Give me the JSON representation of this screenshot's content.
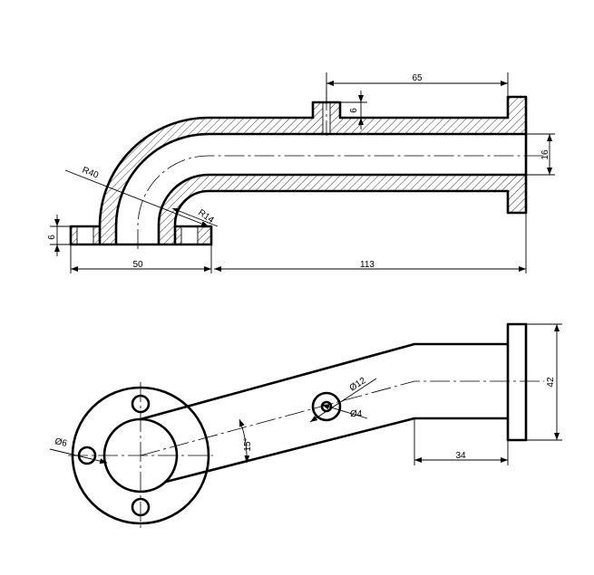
{
  "colors": {
    "line": "#000000",
    "background": "#ffffff"
  },
  "dimensions": {
    "length_top": "65",
    "boss_height": "6",
    "bore": "16",
    "radius_outer": "R40",
    "radius_inner": "R14",
    "flange_thickness": "6",
    "base_width": "50",
    "length_total": "113",
    "boss_outer_dia": "Ø12",
    "boss_inner_dia": "Ø4",
    "flange_height": "42",
    "angle": "15°",
    "hole_dia": "Ø6",
    "end_length": "34"
  }
}
